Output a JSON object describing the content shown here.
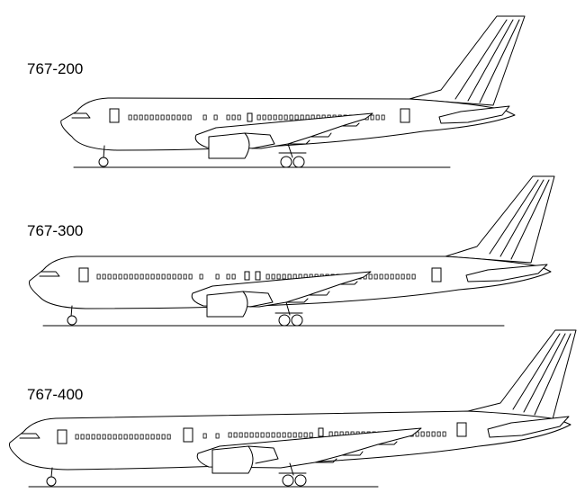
{
  "aircraft": [
    {
      "id": "a200",
      "label": "767-200"
    },
    {
      "id": "a300",
      "label": "767-300"
    },
    {
      "id": "a400",
      "label": "767-400"
    }
  ]
}
